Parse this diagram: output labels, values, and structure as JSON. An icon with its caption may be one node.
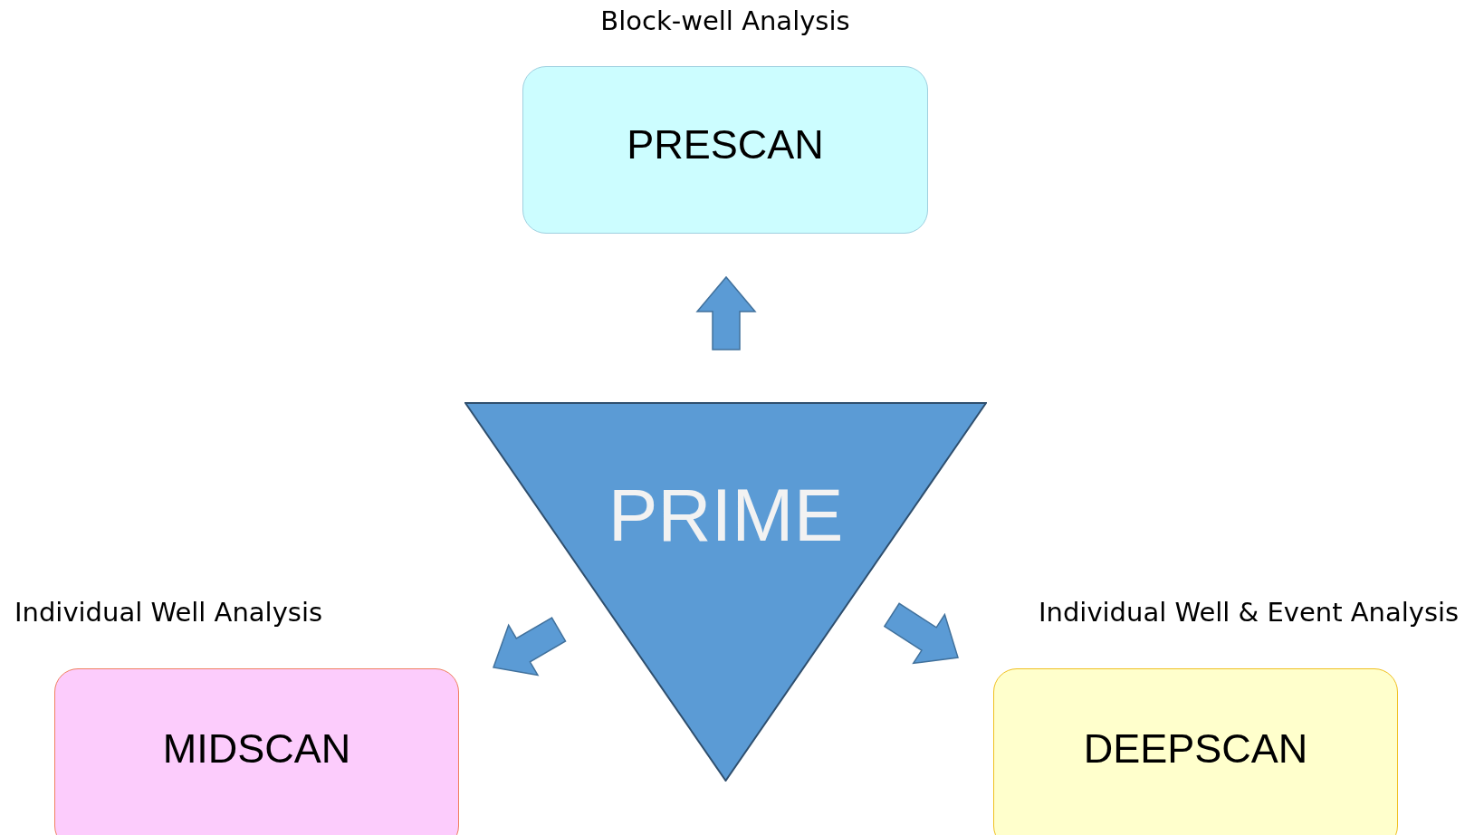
{
  "diagram": {
    "nodes": [
      {
        "text": [
          "Block-well Analysis",
          "PRESCAN"
        ]
      },
      {
        "text": [
          "PRIME"
        ]
      },
      {
        "text": [
          "Individual Well Analysis",
          "MIDSCAN"
        ]
      },
      {
        "text": [
          "Individual Well & Event Analysis",
          "DEEPSCAN"
        ]
      }
    ],
    "edges": [
      {
        "from": 1,
        "to": 0,
        "arrow": "to",
        "style": "thick"
      },
      {
        "from": 1,
        "to": 2,
        "arrow": "to",
        "style": "thick"
      },
      {
        "from": 1,
        "to": 3,
        "arrow": "to",
        "style": "thick"
      }
    ]
  }
}
